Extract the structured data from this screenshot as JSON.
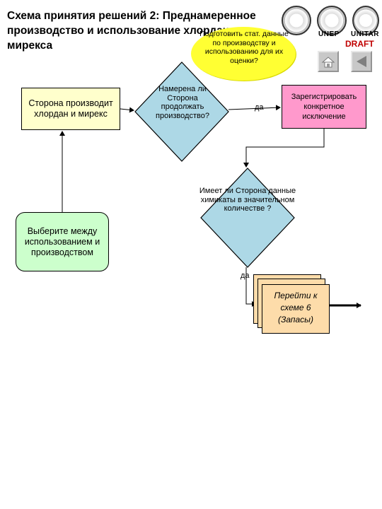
{
  "title": "Схема принятия решений 2: Преднамеренное производство и использование хлордана и мирекса",
  "logos": {
    "unep": "UNEP",
    "unitar": "UNITAR"
  },
  "draft": "DRAFT",
  "note": "Подготовить стат. данные по производству и использованию для их оценки?",
  "nodes": {
    "party_produces": "Сторона производит хлордан и мирекс",
    "choose": "Выберите между использованием и производством",
    "decision_continue": "Намерена ли Сторона продолжать производство?",
    "register": "Зарегистрировать конкретное исключение",
    "decision_stocks": "Имеет ли Сторона данные химикаты в значительном количестве ?",
    "goto": "Перейти к схеме 6 (Запасы)"
  },
  "edges": {
    "yes1": "да",
    "yes2": "да"
  },
  "colors": {
    "note": "#ffff33",
    "party_box": "#ffffcc",
    "choose_box": "#ccffcc",
    "diamond": "#add8e6",
    "register_box": "#ff99cc",
    "doc": "#fddcaa",
    "draft": "#c00000"
  },
  "icons": [
    "un-emblem-icon",
    "unep-emblem-icon",
    "unitar-emblem-icon",
    "home-icon",
    "back-arrow-icon"
  ]
}
